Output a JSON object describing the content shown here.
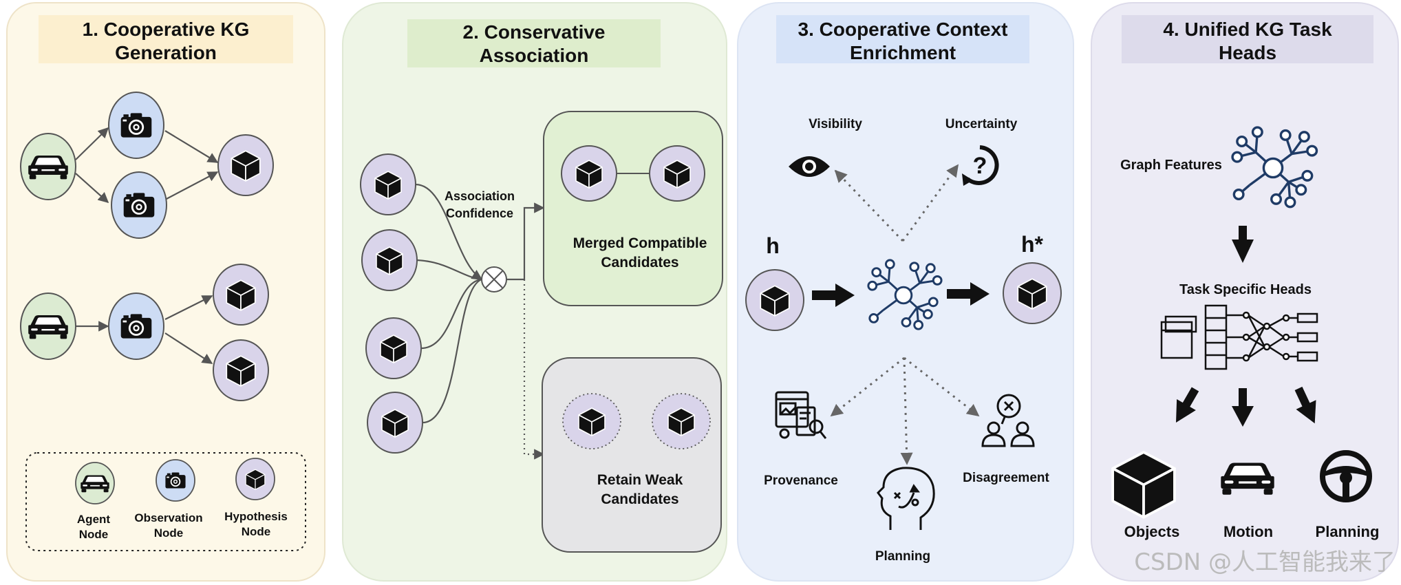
{
  "panel1": {
    "title_line1": "1. Cooperative KG",
    "title_line2": "Generation",
    "legend": {
      "agent_line1": "Agent",
      "agent_line2": "Node",
      "obs_line1": "Observation",
      "obs_line2": "Node",
      "hyp_line1": "Hypothesis",
      "hyp_line2": "Node"
    }
  },
  "panel2": {
    "title_line1": "2. Conservative",
    "title_line2": "Association",
    "assoc_line1": "Association",
    "assoc_line2": "Confidence",
    "merged_line1": "Merged Compatible",
    "merged_line2": "Candidates",
    "retain_line1": "Retain Weak",
    "retain_line2": "Candidates"
  },
  "panel3": {
    "title_line1": "3. Cooperative Context",
    "title_line2": "Enrichment",
    "visibility": "Visibility",
    "uncertainty": "Uncertainty",
    "h_in": "h",
    "h_out": "h*",
    "provenance": "Provenance",
    "planning": "Planning",
    "disagreement": "Disagreement"
  },
  "panel4": {
    "title_line1": "4. Unified KG Task",
    "title_line2": "Heads",
    "graph_features": "Graph Features",
    "task_heads": "Task Specific Heads",
    "objects": "Objects",
    "motion": "Motion",
    "planning": "Planning"
  },
  "watermark": "CSDN @人工智能我来了",
  "colors": {
    "panel1_bg": "#fdf8e8",
    "panel2_bg": "#eef5e6",
    "panel3_bg": "#e9effa",
    "panel4_bg": "#ecebf5",
    "agent_node": "#dcebd2",
    "observation_node": "#cddcf4",
    "hypothesis_node": "#d9d4ea"
  }
}
